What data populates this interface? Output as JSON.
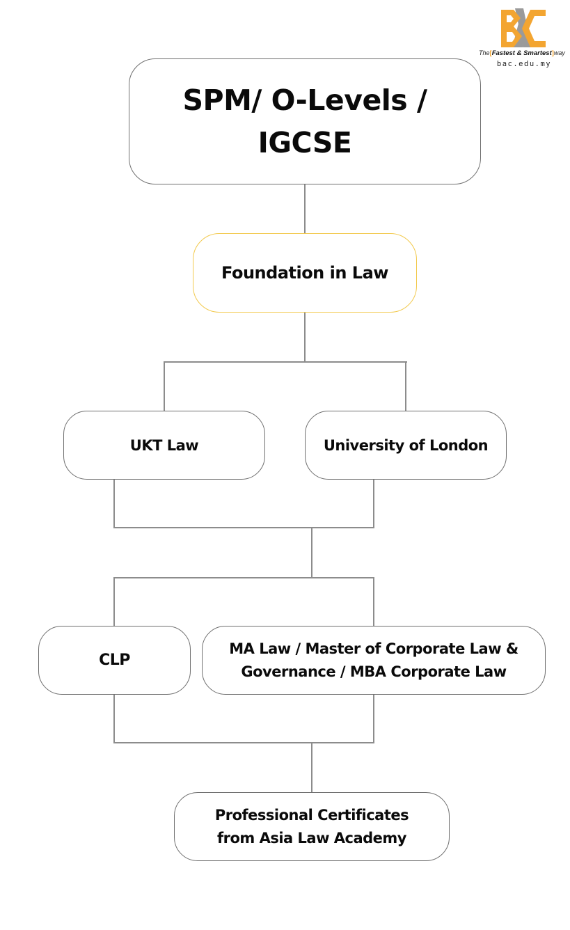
{
  "logo": {
    "brand": "BAC",
    "tagline_prefix": "The",
    "tagline_main": "Fastest & Smartest",
    "tagline_suffix": "way",
    "website": "bac.edu.my",
    "colors": {
      "orange": "#f3a531",
      "gray": "#9a9a9a"
    }
  },
  "flowchart": {
    "start": {
      "label": "SPM/ O-Levels / IGCSE",
      "line1": "SPM/ O-Levels /",
      "line2": "IGCSE"
    },
    "foundation": {
      "label": "Foundation in Law",
      "border_color": "#f2c94c"
    },
    "degrees": [
      {
        "label": "UKT Law"
      },
      {
        "label": "University of London"
      }
    ],
    "postgrad": [
      {
        "label": "CLP"
      },
      {
        "label": "MA Law / Master of Corporate Law & Governance / MBA Corporate Law",
        "line1": "MA Law / Master of Corporate Law &",
        "line2": "Governance / MBA Corporate Law"
      }
    ],
    "final": {
      "label": "Professional Certificates from Asia Law Academy",
      "line1": "Professional Certificates",
      "line2": "from Asia Law Academy"
    }
  }
}
